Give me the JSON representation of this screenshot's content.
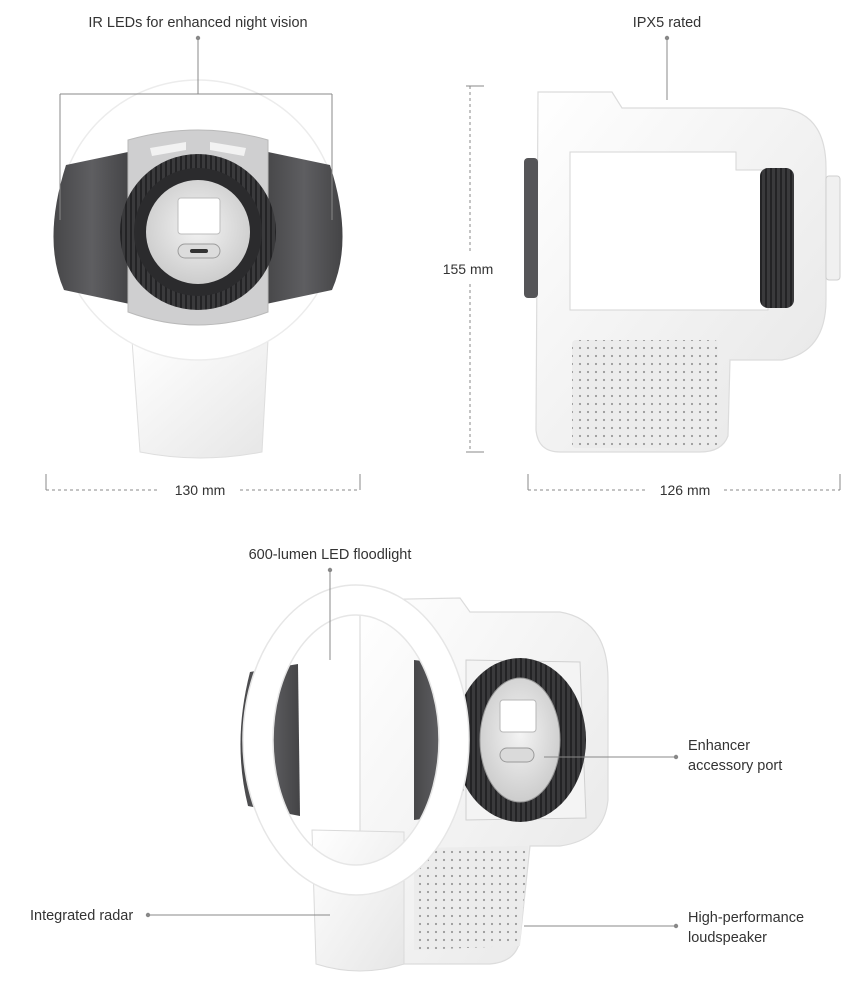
{
  "callouts": {
    "ir_leds": "IR LEDs for enhanced night vision",
    "ipx5": "IPX5 rated",
    "floodlight": "600-lumen LED floodlight",
    "enhancer_line1": "Enhancer",
    "enhancer_line2": "accessory port",
    "radar": "Integrated radar",
    "speaker_line1": "High-performance",
    "speaker_line2": "loudspeaker"
  },
  "dimensions": {
    "front_width": "130 mm",
    "side_height": "155 mm",
    "side_depth": "126 mm"
  },
  "colors": {
    "body": "#f5f5f5",
    "shroud": "#555558",
    "lens_ring": "#2e2e30",
    "leader": "#888888",
    "text": "#333333"
  }
}
